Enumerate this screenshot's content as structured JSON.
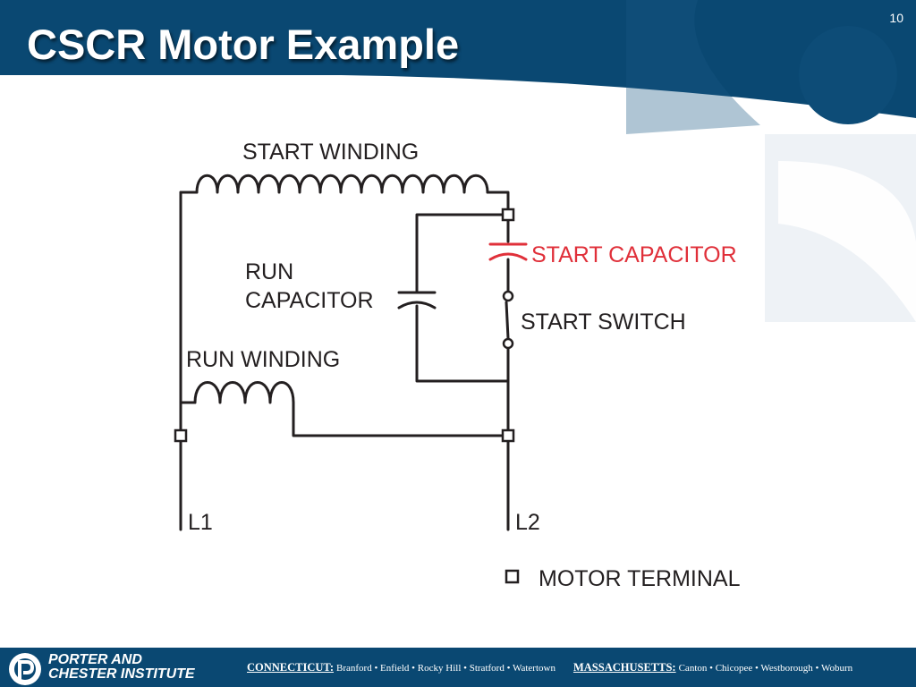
{
  "slide": {
    "title": "CSCR Motor Example",
    "page_number": "10"
  },
  "diagram": {
    "labels": {
      "start_winding": "START WINDING",
      "start_capacitor": "START CAPACITOR",
      "run_capacitor_line1": "RUN",
      "run_capacitor_line2": "CAPACITOR",
      "start_switch": "START SWITCH",
      "run_winding": "RUN WINDING",
      "l1": "L1",
      "l2": "L2",
      "legend_motor_terminal": "MOTOR TERMINAL"
    },
    "colors": {
      "wire": "#231f20",
      "start_capacitor": "#e0303a"
    }
  },
  "footer": {
    "brand_line1": "PORTER AND",
    "brand_line2": "CHESTER INSTITUTE",
    "region1": "CONNECTICUT:",
    "region1_towns": "Branford • Enfield • Rocky Hill • Stratford • Watertown",
    "region2": "MASSACHUSETTS:",
    "region2_towns": "Canton • Chicopee • Westborough • Woburn"
  },
  "theme": {
    "header_color": "#0a4872",
    "watermark_color": "#eef2f6"
  }
}
